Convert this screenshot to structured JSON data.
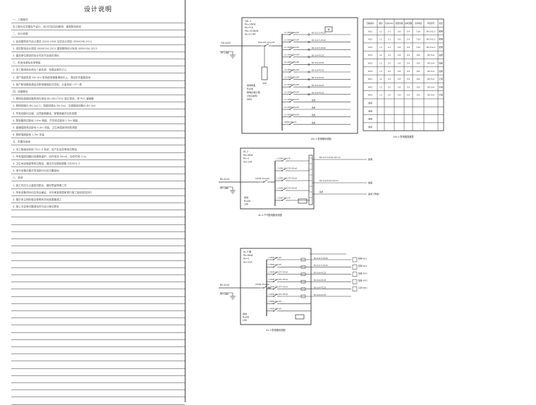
{
  "notes": {
    "title": "设计说明",
    "lines": [
      "一、工程概况",
      "本工程为住宅楼电气设计，设计内容包括照明、插座配电系统",
      "二、设计依据",
      "1. 民用建筑电气设计规范 JGJ16-2008      住宅设计规范 GB50096-2011",
      "2. 低压配电设计规范 GB50054-2011       建筑照明设计标准 GB50034-2013",
      "3. 建设单位提供的设计任务书及相关资料",
      "三、供电电源及负荷等级",
      "1. 本工程用电负荷为三级负荷，电源由室外引入",
      "2. 进户电缆采用 YJV-1kV 型电缆穿钢管埋地引入，进线处作重复接地",
      "3. 各户配电箱电源由总配电箱放射式供电，计量采用一户一表",
      "四、线路敷设",
      "1. 照明及插座回路导线均采用 BV-450/750V 铜芯导线，穿 PVC 管暗敷",
      "2. 照明回路为 BV-2x2.5，插座回路为 BV-3x4，空调插座回路为 BV-3x4",
      "3. 所有线路均沿墙、沿顶板暗敷设，穿管规格详见系统图",
      "4. 配电箱底边距地 1.8m 暗装，开关底边距地 1.3m 暗装",
      "5. 普通插座底边距地 0.3m 安装，卫生间插座采用防溅型",
      "6. 厨房插座距地 1.5m 安装",
      "五、防雷及接地",
      "1. 本工程接地采用 TN-C-S 系统，进户处设总等电位联结",
      "2. 所有插座回路均设漏电保护，动作电流 30mA，动作时间 0.1s",
      "3. 卫生间设局部等电位联结，做法详见国标图集 02D501-2",
      "4. 电气设备外露可导电部分均应可靠接地",
      "六、其他",
      "1. 施工时应与土建密切配合，做好预留预埋工作",
      "2. 所有设备材料均应有合格证，未尽事宜按国家现行施工验收规范执行",
      "3. 图中未注明的做法参照有关标准图集施工",
      "4. 施工中如有问题请及时与设计单位联系"
    ]
  },
  "panels": [
    {
      "id": "AL1",
      "header": [
        "1AL-1",
        "Pe=16kW",
        "Kx=0.8",
        "Pjs=12.8kW",
        "Ijs=21.6A"
      ],
      "incoming_label": "YJV-4x25",
      "incoming_sub": "PE LINE",
      "main_breaker": "NSX100 63A/3P",
      "meter_label": "SPD",
      "lower_notes": [
        "接地电阻",
        "R≤4Ω",
        "等电位端子箱",
        "(详见说明)",
        "MEB"
      ],
      "outgoing": [
        {
          "breaker": "L1 C65N-16A/1P",
          "circuit": "BV-2x2.5-PC20"
        },
        {
          "breaker": "L2 C65N-16A/1P",
          "circuit": "BV-2x2.5-PC20"
        },
        {
          "breaker": "L3 C65N-16A/1P",
          "circuit": "BV-2x2.5-PC20"
        },
        {
          "breaker": "L1 C65N-20A/2P",
          "circuit": "BV-3x4-PC25"
        },
        {
          "breaker": "L2 C65N-20A/2P",
          "circuit": "BV-3x4-PC25"
        },
        {
          "breaker": "L3 C65N-20A/2P",
          "circuit": "BV-3x4-PC25"
        },
        {
          "breaker": "L1 C65N-20A/2P",
          "circuit": "BV-3x4-PC25"
        },
        {
          "breaker": "L2 C65N-20A/2P",
          "circuit": "BV-3x4-PC25"
        },
        {
          "breaker": "L3 C65N-20A/2P",
          "circuit": "BV-3x4-PC25"
        },
        {
          "breaker": "L1 C65N-16A/1P",
          "circuit": "备用"
        },
        {
          "breaker": "L2 C65N-16A/1P",
          "circuit": "备用"
        },
        {
          "breaker": "L3 C65N-16A/1P",
          "circuit": "备用"
        },
        {
          "breaker": "C65N-16A/1P",
          "circuit": "备用"
        }
      ],
      "caption": "1AL-1 配电箱系统图"
    },
    {
      "id": "AL2",
      "header": [
        "AL-2",
        "Pe=8kW",
        "Kx=1",
        "Ijs=15A"
      ],
      "incoming_label": "BV-3x10",
      "incoming_sub": "PE LINE",
      "main_breaker": "C65N 32A/2P",
      "lower_notes": [
        "接地",
        "R≤4Ω",
        "LEB"
      ],
      "outgoing": [
        {
          "breaker": "L C65N-16A/1P",
          "circuit": "BV-2x2.5-PC20 WC.CC"
        },
        {
          "breaker": "L C65N-20A/1P+30mA",
          "circuit": "BV-3x4-PC25 WC.FC"
        },
        {
          "breaker": "L C65N-20A/1P+30mA",
          "circuit": "BV-3x4-PC25 WC.FC"
        },
        {
          "breaker": "L C65N-20A/1P+30mA",
          "circuit": "BV-3x4-PC25 WC.FC"
        },
        {
          "breaker": "L C65N-16A/1P",
          "circuit": "备用"
        }
      ],
      "right_labels": [
        "照明",
        "插座",
        "备用 (预留)"
      ],
      "caption": "AL-2 户内配电箱系统图"
    },
    {
      "id": "AL3",
      "header": [
        "AL-3 箱",
        "Pe=6kW",
        "Kx=1",
        "Ijs=12A"
      ],
      "incoming_label": "BV-3x10",
      "incoming_sub": "PE LINE",
      "main_breaker": "C65N 25A/2P",
      "lower_notes": [
        "接地",
        "R≤4Ω",
        "LEB"
      ],
      "outgoing": [
        {
          "breaker": "L C65N-16A/1P",
          "circuit": "BV-2x2.5-PC20",
          "device": "照明 WL1"
        },
        {
          "breaker": "L C65N-16A/1P",
          "circuit": "BV-2x2.5-PC20",
          "device": "照明 WL2"
        },
        {
          "breaker": "L C65N-20A/1P+30mA",
          "circuit": "BV-3x4-PC25",
          "device": "插座 WX1"
        },
        {
          "breaker": "L C65N-20A/1P+30mA",
          "circuit": "BV-3x4-PC25",
          "device": "插座 WX2"
        },
        {
          "breaker": "L C65N-20A/1P+30mA",
          "circuit": "BV-3x4-PC25",
          "device": "空调 WK1"
        },
        {
          "breaker": "L C65N-20A/1P+30mA",
          "circuit": "BV-3x4-PC25",
          "device": ""
        },
        {
          "breaker": "L C65N-16A/1P",
          "circuit": "备用",
          "device": ""
        },
        {
          "breaker": "L C65N-16A/1P",
          "circuit": "备用",
          "device": ""
        }
      ],
      "caption": "AL-3 配电箱系统图"
    }
  ],
  "table": {
    "headers": [
      "回路编号",
      "相序",
      "负荷(kW)",
      "需要系数",
      "功率因数",
      "计算电流",
      "导线型号",
      "用途"
    ],
    "rows": [
      [
        "WL1",
        "L1",
        "1.5",
        "0.8",
        "0.9",
        "7.6A",
        "BV-2x2.5",
        "照明"
      ],
      [
        "WL2",
        "L2",
        "1.5",
        "0.8",
        "0.9",
        "7.6A",
        "BV-2x2.5",
        "照明"
      ],
      [
        "WL3",
        "L3",
        "1.5",
        "0.8",
        "0.9",
        "7.6A",
        "BV-2x2.5",
        "照明"
      ],
      [
        "WX1",
        "L1",
        "2.0",
        "0.8",
        "0.9",
        "10A",
        "BV-3x4",
        "插座"
      ],
      [
        "WX2",
        "L2",
        "2.0",
        "0.8",
        "0.9",
        "10A",
        "BV-3x4",
        "插座"
      ],
      [
        "WX3",
        "L3",
        "2.0",
        "0.8",
        "0.9",
        "10A",
        "BV-3x4",
        "插座"
      ],
      [
        "WK1",
        "L1",
        "2.0",
        "0.8",
        "0.9",
        "10A",
        "BV-3x4",
        "空调"
      ],
      [
        "WK2",
        "L2",
        "2.0",
        "0.8",
        "0.9",
        "10A",
        "BV-3x4",
        "空调"
      ],
      [
        "WK3",
        "L3",
        "2.0",
        "0.8",
        "0.9",
        "10A",
        "BV-3x4",
        "空调"
      ],
      [
        "备用",
        "",
        "",
        "",
        "",
        "",
        "",
        ""
      ],
      [
        "备用",
        "",
        "",
        "",
        "",
        "",
        "",
        ""
      ],
      [
        "备用",
        "",
        "",
        "",
        "",
        "",
        "",
        ""
      ],
      [
        "备用",
        "",
        "",
        "",
        "",
        "",
        "",
        ""
      ]
    ],
    "caption": "1AL-1 配电箱回路表"
  }
}
